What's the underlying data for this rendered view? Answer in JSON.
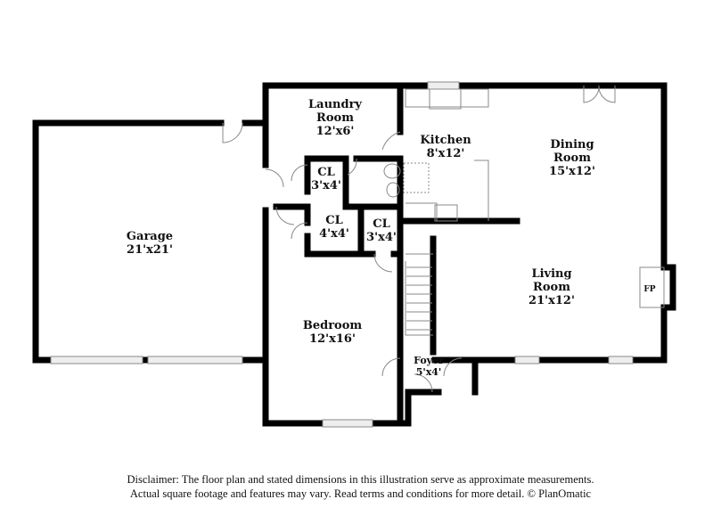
{
  "rooms": [
    {
      "key": "garage",
      "name": "Garage",
      "dims": "21'x21'"
    },
    {
      "key": "laundry",
      "name": "Laundry Room",
      "dims": "12'x6'"
    },
    {
      "key": "kitchen",
      "name": "Kitchen",
      "dims": "8'x12'"
    },
    {
      "key": "dining",
      "name": "Dining Room",
      "dims": "15'x12'"
    },
    {
      "key": "closet1",
      "name": "CL",
      "dims": "3'x4'"
    },
    {
      "key": "closet2",
      "name": "CL",
      "dims": "4'x4'"
    },
    {
      "key": "closet3",
      "name": "CL",
      "dims": "3'x4'"
    },
    {
      "key": "living",
      "name": "Living Room",
      "dims": "21'x12'"
    },
    {
      "key": "bedroom",
      "name": "Bedroom",
      "dims": "12'x16'"
    },
    {
      "key": "foyer",
      "name": "Foyer",
      "dims": "5'x4'"
    }
  ],
  "fireplace_label": "FP",
  "disclaimer": {
    "line1": "Disclaimer: The floor plan and stated dimensions in this illustration serve as approximate measurements.",
    "line2": "Actual square footage and features may vary. Read terms and conditions for more detail. © PlanOmatic"
  },
  "colors": {
    "wall": "#000000",
    "fixture": "#888888",
    "background": "#ffffff"
  }
}
